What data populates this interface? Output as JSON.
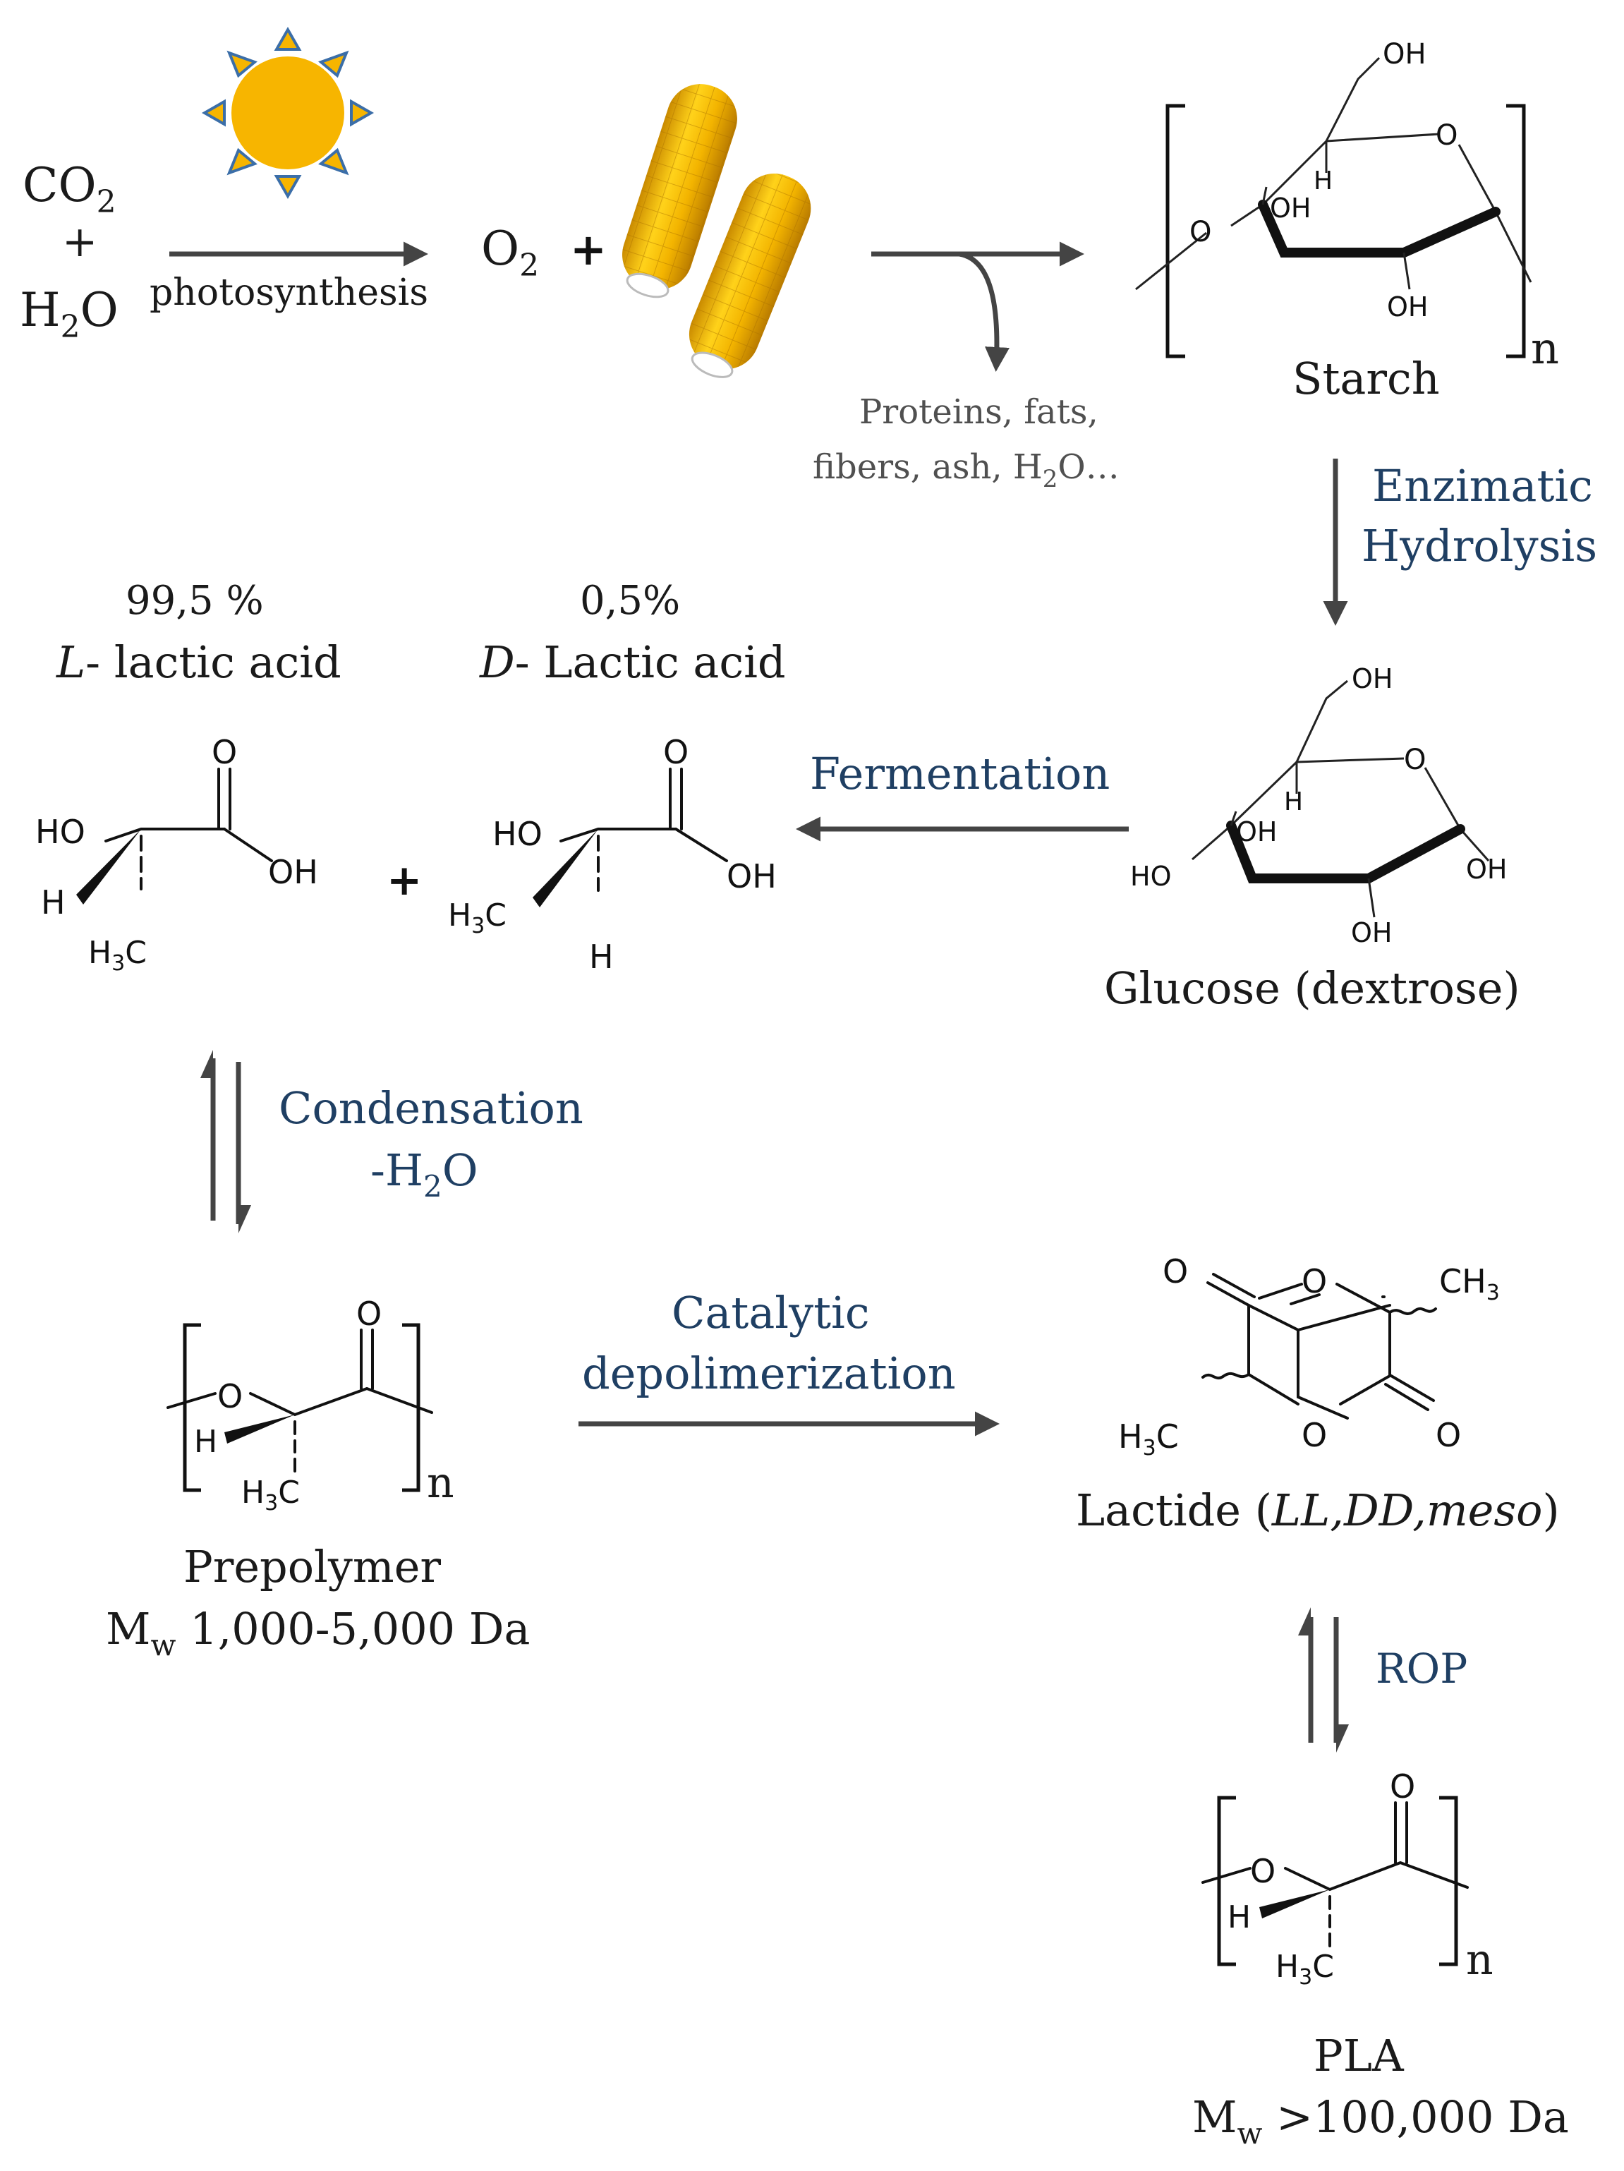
{
  "colors": {
    "process_label": "#1f3f63",
    "arrow": "#444444",
    "sun": "#f7b500",
    "corn": "#f0b000"
  },
  "icons": [
    "sun-icon",
    "corn-cob-icon"
  ],
  "photosynthesis": {
    "reactant_1": "CO",
    "reactant_1_sub": "2",
    "plus": "+",
    "reactant_2_a": "H",
    "reactant_2_sub": "2",
    "reactant_2_b": "O",
    "arrow_label": "photosynthesis",
    "product": "O",
    "product_sub": "2",
    "product_plus": "+"
  },
  "byproducts": {
    "line1": "Proteins, fats,",
    "line2_a": "fibers, ash, H",
    "line2_sub": "2",
    "line2_b": "O…"
  },
  "starch": {
    "name": "Starch",
    "repeat": "n",
    "atoms": {
      "oh_top": "OH",
      "ring_o": "O",
      "h": "H",
      "oh_mid": "OH",
      "oh_bottom": "OH",
      "o_link": "O"
    }
  },
  "hydrolysis": {
    "line1": "Enzimatic",
    "line2": "Hydrolysis"
  },
  "glucose": {
    "name": "Glucose (dextrose)",
    "atoms": {
      "oh_top": "OH",
      "ring_o": "O",
      "h": "H",
      "oh_mid": "OH",
      "ho_left": "HO",
      "oh_right": "OH",
      "oh_bottom": "OH"
    }
  },
  "fermentation": {
    "label": "Fermentation"
  },
  "lactic_acid": {
    "l_percent": "99,5 %",
    "l_prefix": "L",
    "l_name": "- lactic acid",
    "d_percent": "0,5%",
    "d_prefix": "D",
    "d_name": "- Lactic acid",
    "plus": "+",
    "atoms": {
      "o": "O",
      "ho": "HO",
      "oh": "OH",
      "h": "H",
      "h3c_a": "H",
      "h3c_sub": "3",
      "h3c_b": "C"
    }
  },
  "condensation": {
    "line1": "Condensation",
    "line2_a": "-H",
    "line2_sub": "2",
    "line2_b": "O"
  },
  "prepolymer": {
    "name": "Prepolymer",
    "mw_a": "M",
    "mw_sub": "w",
    "mw_b": " 1,000-5,000 Da",
    "repeat": "n",
    "atoms": {
      "o": "O",
      "ring_o": "O",
      "h": "H",
      "h3c_a": "H",
      "h3c_sub": "3",
      "h3c_b": "C"
    }
  },
  "depolymerization": {
    "line1": "Catalytic",
    "line2": "depolimerization"
  },
  "lactide": {
    "name_a": "Lactide (",
    "name_b": "LL,DD,meso",
    "name_c": ")",
    "atoms": {
      "o_top": "O",
      "o_ring_top": "O",
      "ch3_a": "CH",
      "ch3_sub": "3",
      "h3c_a": "H",
      "h3c_sub": "3",
      "h3c_b": "C",
      "o_ring_bottom": "O",
      "o_bottom": "O"
    }
  },
  "rop": {
    "label": "ROP"
  },
  "pla": {
    "name": "PLA",
    "mw_a": "M",
    "mw_sub": "w",
    "mw_b": " >100,000 Da",
    "repeat": "n",
    "atoms": {
      "o": "O",
      "ring_o": "O",
      "h": "H",
      "h3c_a": "H",
      "h3c_sub": "3",
      "h3c_b": "C"
    }
  }
}
